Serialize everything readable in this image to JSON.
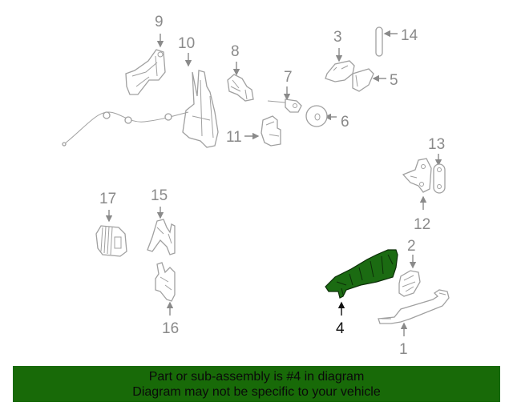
{
  "diagram": {
    "highlighted_part": "4",
    "highlight_color": "#1b6b12",
    "callouts": [
      {
        "id": "1",
        "label": "1"
      },
      {
        "id": "2",
        "label": "2"
      },
      {
        "id": "3",
        "label": "3"
      },
      {
        "id": "4",
        "label": "4"
      },
      {
        "id": "5",
        "label": "5"
      },
      {
        "id": "6",
        "label": "6"
      },
      {
        "id": "7",
        "label": "7"
      },
      {
        "id": "8",
        "label": "8"
      },
      {
        "id": "9",
        "label": "9"
      },
      {
        "id": "10",
        "label": "10"
      },
      {
        "id": "11",
        "label": "11"
      },
      {
        "id": "12",
        "label": "12"
      },
      {
        "id": "13",
        "label": "13"
      },
      {
        "id": "14",
        "label": "14"
      },
      {
        "id": "15",
        "label": "15"
      },
      {
        "id": "16",
        "label": "16"
      },
      {
        "id": "17",
        "label": "17"
      }
    ]
  },
  "banner": {
    "line1": "Part or sub-assembly is #4 in diagram",
    "line2": "Diagram may not be specific to your vehicle",
    "background": "#186a08"
  }
}
